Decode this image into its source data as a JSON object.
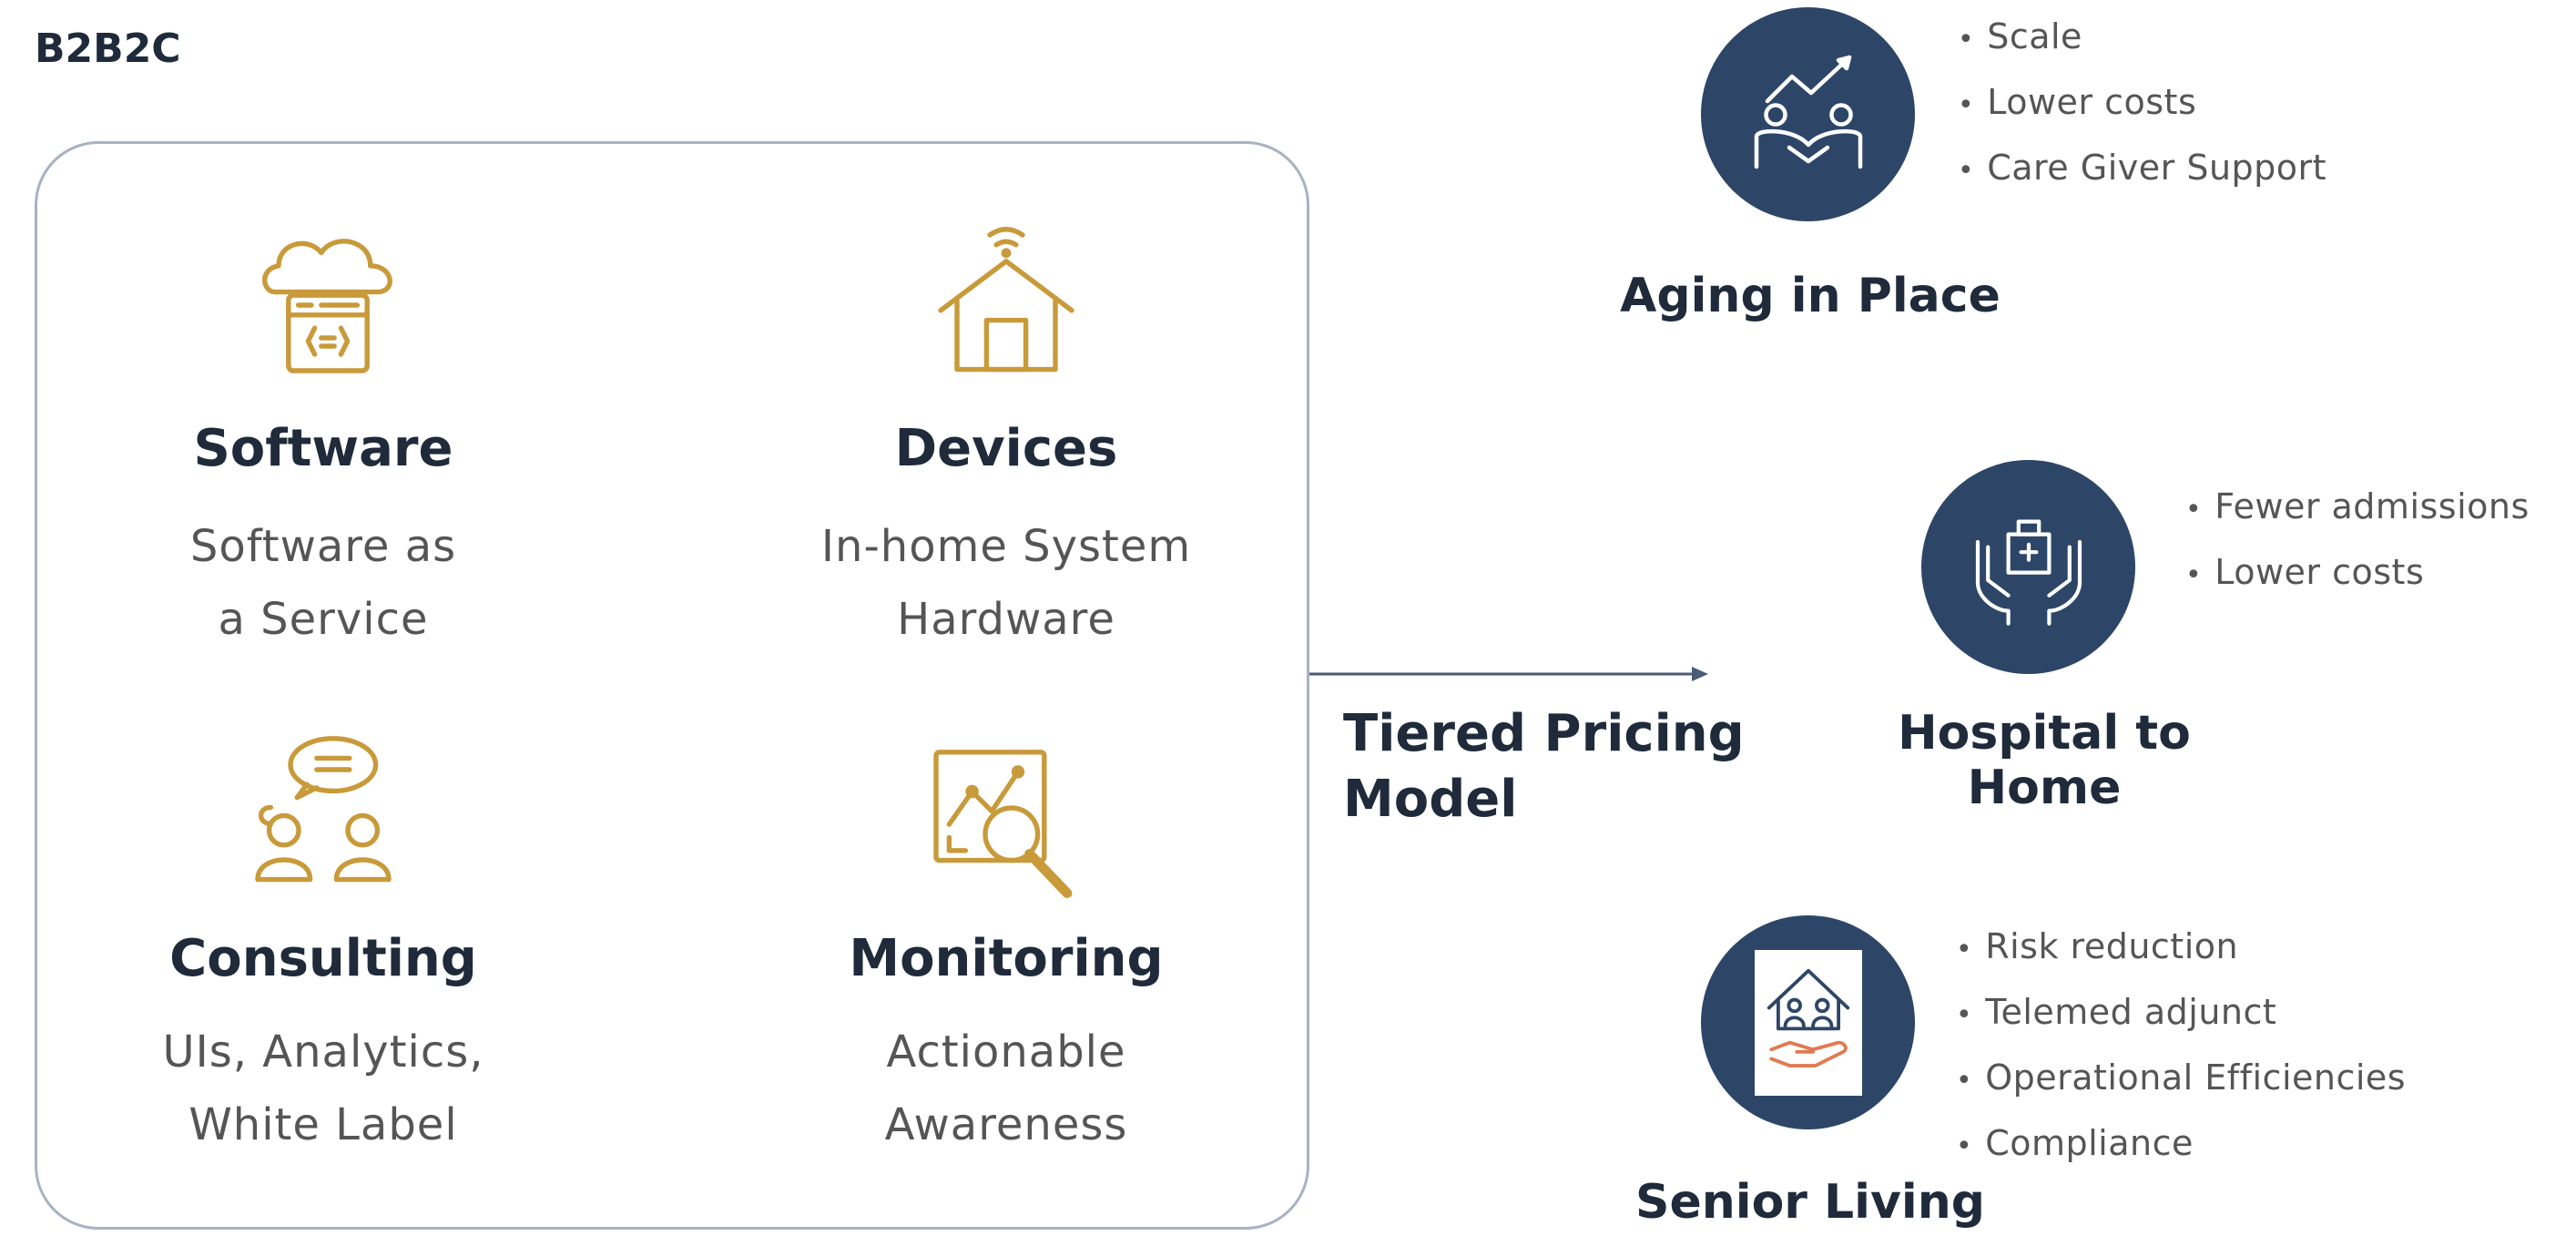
{
  "brand": "B2B2C",
  "colors": {
    "gold": "#c89a3a",
    "navy": "#2d4668",
    "frame": "#a9b2c2",
    "arrow": "#4a5b76",
    "orange": "#e07a50"
  },
  "services": [
    {
      "icon": "cloud-code-icon",
      "title": "Software",
      "line1": "Software as",
      "line2": "a Service"
    },
    {
      "icon": "smart-home-icon",
      "title": "Devices",
      "line1": "In-home System",
      "line2": "Hardware"
    },
    {
      "icon": "people-chat-icon",
      "title": "Consulting",
      "line1": "UIs, Analytics,",
      "line2": "White Label"
    },
    {
      "icon": "chart-magnifier-icon",
      "title": "Monitoring",
      "line1": "Actionable",
      "line2": "Awareness"
    }
  ],
  "pricing_label": "Tiered Pricing\nModel",
  "segments": [
    {
      "icon": "handshake-growth-icon",
      "title": "Aging in Place",
      "bullets": [
        "Scale",
        "Lower costs",
        "Care Giver Support"
      ]
    },
    {
      "icon": "hands-hospital-icon",
      "title": "Hospital to Home",
      "bullets": [
        "Fewer admissions",
        "Lower costs"
      ]
    },
    {
      "icon": "care-home-icon",
      "title": "Senior Living",
      "bullets": [
        "Risk reduction",
        "Telemed adjunct",
        "Operational Efficiencies",
        "Compliance"
      ]
    }
  ]
}
